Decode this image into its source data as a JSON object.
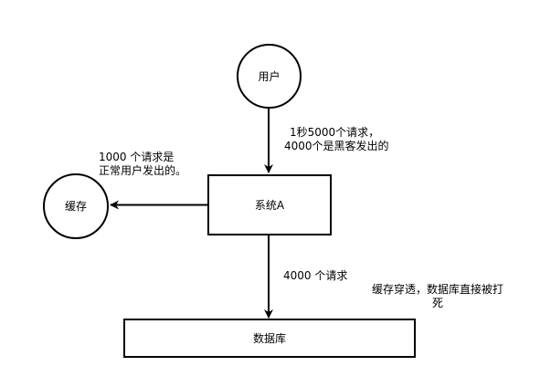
{
  "nodes": {
    "user": "用户",
    "cache": "缓存",
    "system": "系统A",
    "database": "数据库"
  },
  "labels": {
    "user_to_system": [
      "1秒5000个请求，",
      "4000个是黑客发出的"
    ],
    "system_to_cache": [
      "1000 个请求是",
      "正常用户发出的。"
    ],
    "system_to_db": "4000 个请求",
    "penetration": [
      "缓存穿透，数据库直接被打",
      "死"
    ]
  },
  "colors": {
    "stroke": "#000000",
    "background": "#ffffff"
  }
}
